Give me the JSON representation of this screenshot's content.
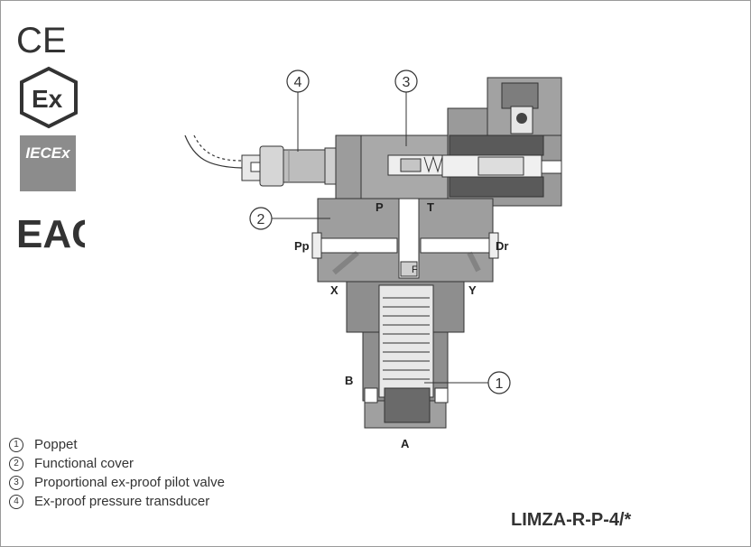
{
  "certifications": {
    "ce": "CE",
    "ex": "Ex",
    "iecex": "IECEx",
    "eac": "EAC"
  },
  "callouts": [
    "1",
    "2",
    "3",
    "4"
  ],
  "ports": {
    "p": "P",
    "t": "T",
    "pp": "Pp",
    "dr": "Dr",
    "f": "F",
    "x": "X",
    "y": "Y",
    "b": "B",
    "a": "A"
  },
  "legend": [
    {
      "num": "1",
      "label": "Poppet"
    },
    {
      "num": "2",
      "label": "Functional cover"
    },
    {
      "num": "3",
      "label": "Proportional ex-proof pilot valve"
    },
    {
      "num": "4",
      "label": "Ex-proof pressure transducer"
    }
  ],
  "model_code": "LIMZA-R-P-4/*"
}
